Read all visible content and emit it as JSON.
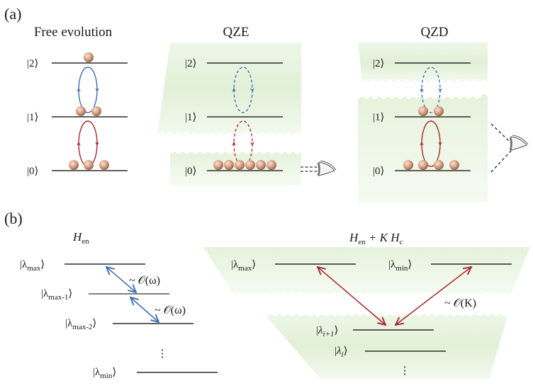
{
  "panel_a": {
    "label": "(a)",
    "columns": [
      {
        "title": "Free evolution",
        "levels": [
          "|2⟩",
          "|1⟩",
          "|0⟩"
        ],
        "atoms_per_level": [
          1,
          2,
          3
        ],
        "transitions": [
          {
            "between": "|2⟩-|1⟩",
            "color": "#3a6eb0",
            "style": "solid"
          },
          {
            "between": "|1⟩-|0⟩",
            "color": "#a5272b",
            "style": "solid"
          }
        ],
        "background": "none"
      },
      {
        "title": "QZE",
        "levels": [
          "|2⟩",
          "|1⟩",
          "|0⟩"
        ],
        "atoms_per_level": [
          0,
          0,
          6
        ],
        "transitions": [
          {
            "between": "|2⟩-|1⟩",
            "color": "#3a6eb0",
            "style": "dashed"
          },
          {
            "between": "|1⟩-|0⟩",
            "color": "#a5272b",
            "style": "dashed"
          }
        ],
        "background": "green, split between |1⟩ and |0⟩",
        "observer": "eye-icon (measuring |0⟩)"
      },
      {
        "title": "QZD",
        "levels": [
          "|2⟩",
          "|1⟩",
          "|0⟩"
        ],
        "atoms_per_level": [
          0,
          2,
          4
        ],
        "transitions": [
          {
            "between": "|2⟩-|1⟩",
            "color": "#3a6eb0",
            "style": "dashed"
          },
          {
            "between": "|1⟩-|0⟩",
            "color": "#a5272b",
            "style": "solid"
          }
        ],
        "background": "green, split between |2⟩ and |1⟩",
        "observer": "eye-icon (measuring subspace {|1⟩,|0⟩})"
      }
    ]
  },
  "panel_b": {
    "label": "(b)",
    "left": {
      "title_main": "H",
      "title_sub": "en",
      "levels": [
        {
          "main": "λ",
          "sub": "max"
        },
        {
          "main": "λ",
          "sub": "max-1"
        },
        {
          "main": "λ",
          "sub": "max-2"
        },
        {
          "main": "λ",
          "sub": "min"
        }
      ],
      "couplings": [
        "~ 𝒪(ω)",
        "~ 𝒪(ω)"
      ],
      "coupling_color": "#3a6eb0",
      "ellipsis": "⋮"
    },
    "right": {
      "title_main": "H",
      "title_sub": "en",
      "title_rest": " + K H",
      "title_rest_sub": "c",
      "upper_levels": [
        {
          "main": "λ",
          "sub": "max"
        },
        {
          "main": "λ",
          "sub": "min"
        }
      ],
      "lower_levels": [
        {
          "main": "λ",
          "sub": "i+1"
        },
        {
          "main": "λ",
          "sub": "i"
        }
      ],
      "coupling": "~ 𝒪(K)",
      "coupling_color": "#a5272b",
      "ellipsis": "⋮"
    }
  },
  "colors": {
    "blue": "#3a6eb0",
    "red": "#a5272b",
    "green_bg": "#e3f2d9",
    "atom": "#d9a58a",
    "line": "#2b2b2b"
  }
}
